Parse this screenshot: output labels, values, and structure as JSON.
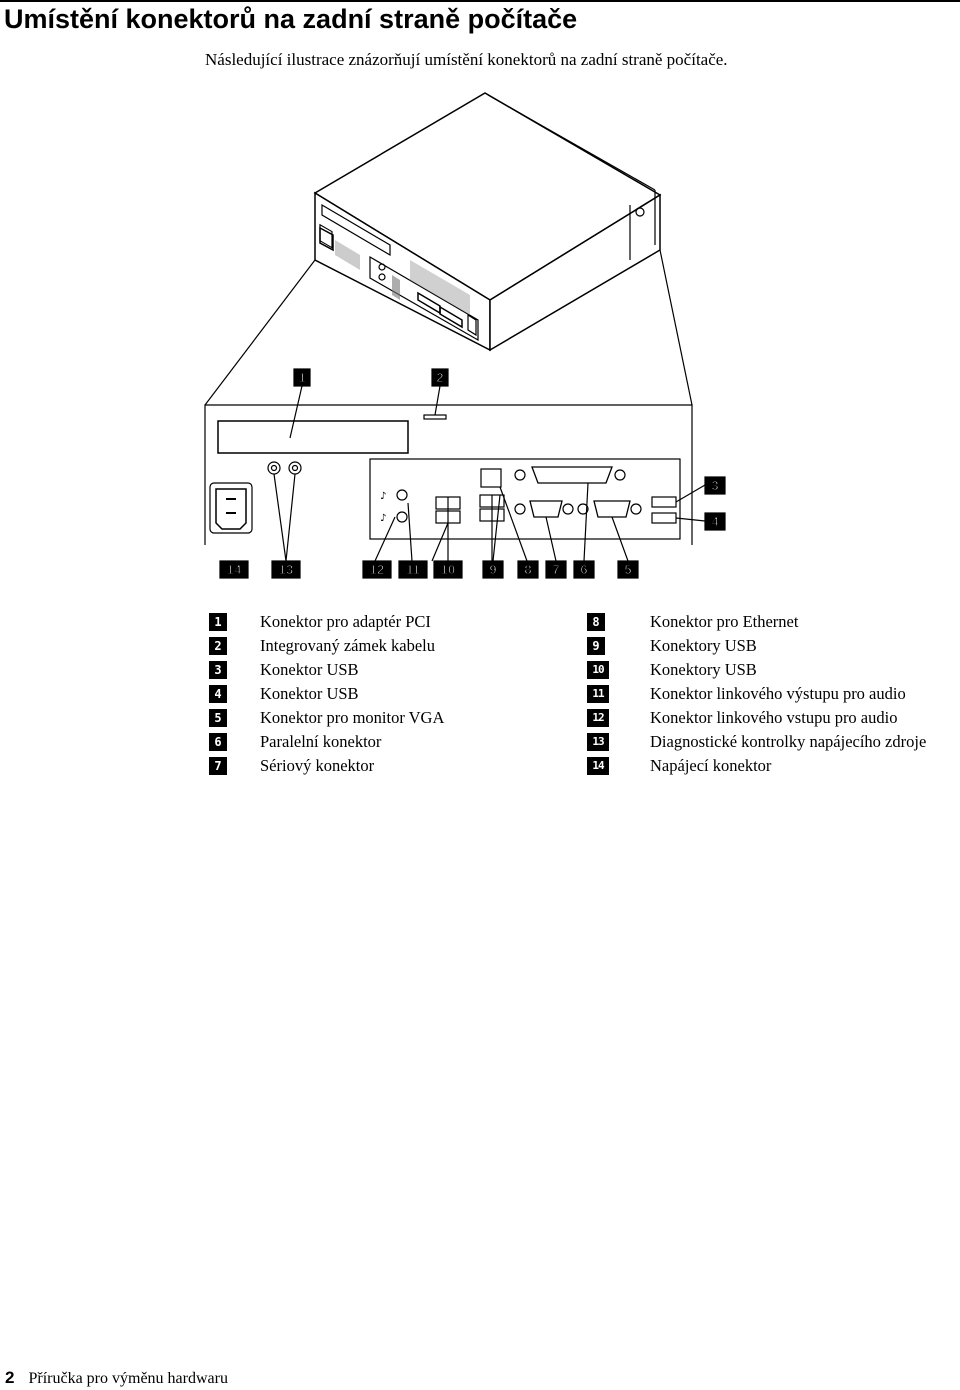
{
  "page": {
    "title": "Umístění konektorů na zadní straně počítače",
    "intro": "Následující ilustrace znázorňují umístění konektorů na zadní straně počítače."
  },
  "callouts": [
    "1",
    "2",
    "3",
    "4",
    "5",
    "6",
    "7",
    "8",
    "9",
    "10",
    "11",
    "12",
    "13",
    "14"
  ],
  "legend": {
    "left": [
      {
        "key": "1",
        "text": "Konektor pro adaptér PCI"
      },
      {
        "key": "2",
        "text": "Integrovaný zámek kabelu"
      },
      {
        "key": "3",
        "text": "Konektor USB"
      },
      {
        "key": "4",
        "text": "Konektor USB"
      },
      {
        "key": "5",
        "text": "Konektor pro monitor VGA"
      },
      {
        "key": "6",
        "text": "Paralelní konektor"
      },
      {
        "key": "7",
        "text": "Sériový konektor"
      }
    ],
    "right": [
      {
        "key": "8",
        "text": "Konektor pro Ethernet"
      },
      {
        "key": "9",
        "text": "Konektory USB"
      },
      {
        "key": "10",
        "text": "Konektory USB"
      },
      {
        "key": "11",
        "text": "Konektor linkového výstupu pro audio"
      },
      {
        "key": "12",
        "text": "Konektor linkového vstupu pro audio"
      },
      {
        "key": "13",
        "text": "Diagnostické kontrolky napájecího zdroje"
      },
      {
        "key": "14",
        "text": "Napájecí konektor"
      }
    ]
  },
  "footer": {
    "page_number": "2",
    "book_title": "Příručka pro výměnu hardwaru"
  }
}
